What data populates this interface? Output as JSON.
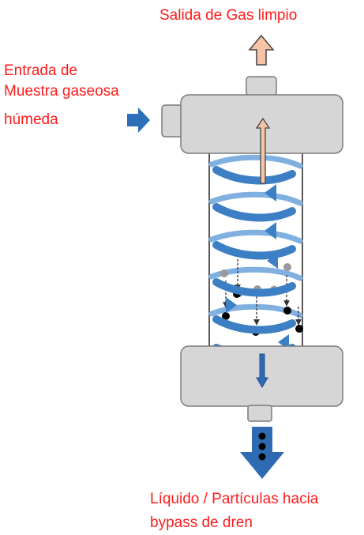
{
  "labels": {
    "outlet": "Salida de Gas limpio",
    "inlet_line1": "Entrada de",
    "inlet_line2": "Muestra gaseosa",
    "inlet_line3": "húmeda",
    "drain_line1": "Líquido / Partículas hacia",
    "drain_line2": "bypass de dren"
  },
  "colors": {
    "label_text": "#ff1a1a",
    "housing_fill": "#d6d6d6",
    "housing_stroke": "#7a7a7a",
    "helix_blue": "#3c7fc4",
    "helix_light": "#7fb0e0",
    "inlet_arrow": "#2d6fb8",
    "clean_gas_arrow": "#f6c3a6",
    "drain_arrow": "#2f6bb3",
    "droplet_black": "#000000",
    "droplet_gray": "#9a9a9a"
  }
}
